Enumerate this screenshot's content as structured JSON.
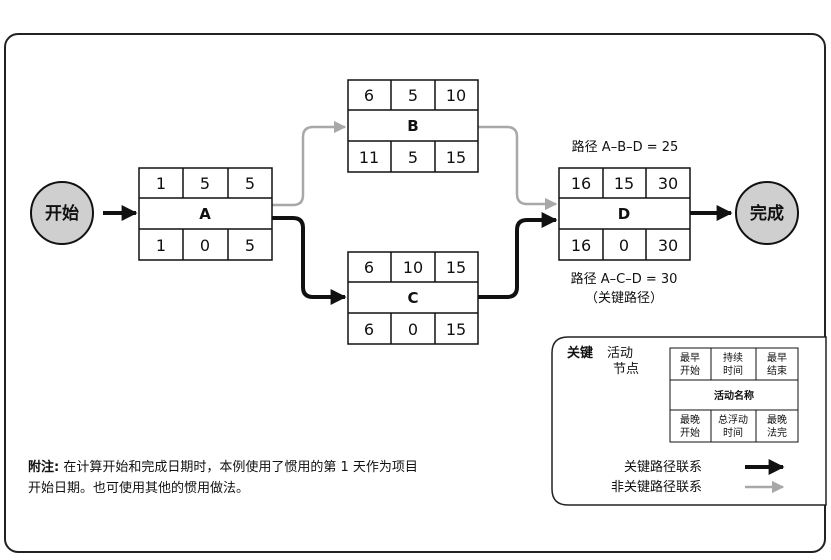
{
  "colors": {
    "critical": "#111111",
    "noncritical": "#a8a8a8",
    "terminal_fill": "#cfcfcf"
  },
  "start": "开始",
  "finish": "完成",
  "nodes": {
    "A": {
      "name": "A",
      "es": "1",
      "dur": "5",
      "ef": "5",
      "ls": "1",
      "tf": "0",
      "lf": "5"
    },
    "B": {
      "name": "B",
      "es": "6",
      "dur": "5",
      "ef": "10",
      "ls": "11",
      "tf": "5",
      "lf": "15"
    },
    "C": {
      "name": "C",
      "es": "6",
      "dur": "10",
      "ef": "15",
      "ls": "6",
      "tf": "0",
      "lf": "15"
    },
    "D": {
      "name": "D",
      "es": "16",
      "dur": "15",
      "ef": "30",
      "ls": "16",
      "tf": "0",
      "lf": "30"
    }
  },
  "paths": {
    "abd": "路径 A–B–D = 25",
    "acd": "路径 A–C–D = 30",
    "acd_note": "（关键路径）"
  },
  "legend": {
    "title": "关键",
    "node_label_1": "活动",
    "node_label_2": "节点",
    "es": [
      "最早",
      "开始"
    ],
    "dur": [
      "持续",
      "时间"
    ],
    "ef": [
      "最早",
      "结束"
    ],
    "name": "活动名称",
    "ls": [
      "最晚",
      "开始"
    ],
    "tf": [
      "总浮动",
      "时间"
    ],
    "lf": [
      "最晚",
      "法完"
    ],
    "critical_link": "关键路径联系",
    "noncritical_link": "非关键路径联系"
  },
  "note": {
    "label": "附注:",
    "line1": " 在计算开始和完成日期时，本例使用了惯用的第 1 天作为项目",
    "line2": "开始日期。也可使用其他的惯用做法。"
  }
}
